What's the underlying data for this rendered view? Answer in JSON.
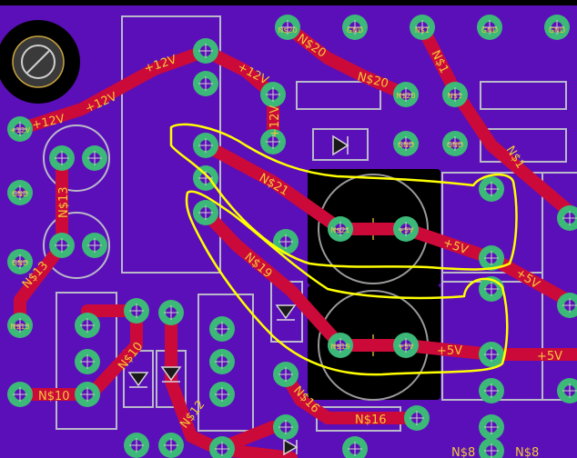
{
  "colors": {
    "board": "#5b0fb8",
    "trace": "#cc0a3a",
    "pad": "#3cb878",
    "silk": "#b9b9c9",
    "text": "#f2c838",
    "highlight": "#ffff00",
    "cap_fill": "#000000"
  },
  "labels": {
    "p12_a": "+12V",
    "p12_b": "+12V",
    "p12_c": "+12V",
    "p12_d": "+12V",
    "p12_e": "+12V",
    "n20_a": "N$20",
    "n20_b": "N$20",
    "n1": "N$1",
    "n1_b": "N$1",
    "n21": "N$21",
    "n19": "N$19",
    "n13": "N$13",
    "n13_b": "N$13",
    "n10": "N$10",
    "n10_b": "N$10",
    "n12": "N$12",
    "n16": "N$16",
    "n16_b": "N$16",
    "n8_a": "N$8",
    "n8_b": "N$8",
    "p5_a": "+5V",
    "p5_b": "+5V",
    "p5_c": "+5V",
    "p5_d": "+5V"
  },
  "pad_labels": {
    "top_n20": "N$20",
    "top_gnd1": "GND",
    "top_n1": "N$1",
    "top_gnd2": "GND",
    "top_gnd3": "GND",
    "p12v": "+12V",
    "gnd_left": "GND",
    "gnd_left2": "GND",
    "n13": "N$13",
    "cap1_n21": "N$21",
    "cap1_5v": "+5V",
    "cap2_n19": "N$19",
    "cap2_5v": "+5V",
    "pad_n20_mid": "N$20",
    "pad_n1_mid": "N$1",
    "gnd_mid1": "GND",
    "gnd_mid2": "GND"
  },
  "icons": {
    "mount_hole": "mounting-hole-icon",
    "diode": "diode-symbol-icon",
    "cap": "electrolytic-capacitor-icon"
  }
}
